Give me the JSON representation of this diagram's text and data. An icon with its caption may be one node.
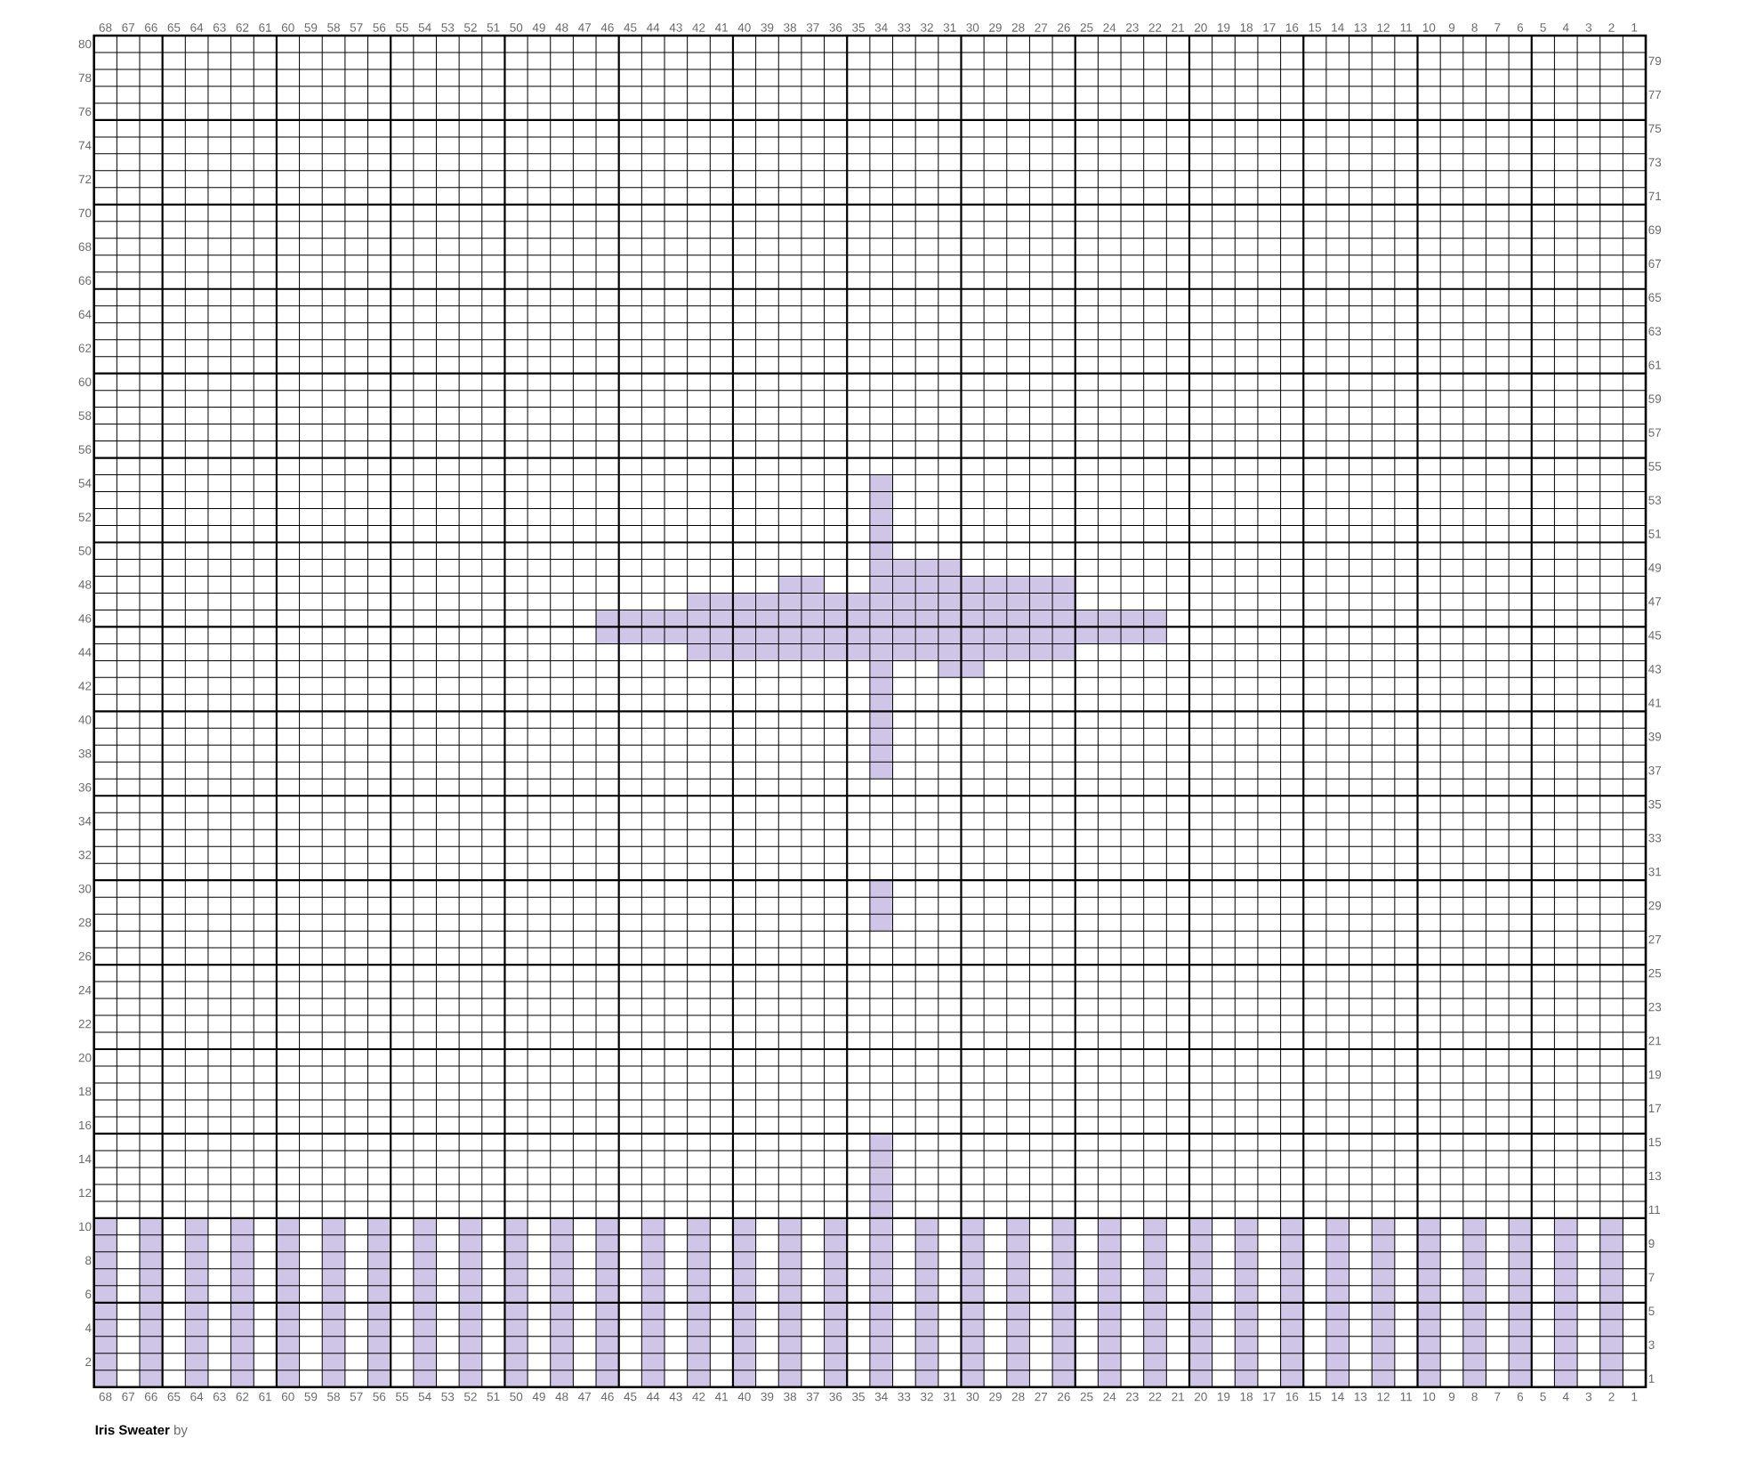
{
  "diagram": {
    "title": "**Iris Sweater** by",
    "labels": [
      "68",
      "67",
      "66",
      "65",
      "64",
      "63",
      "62",
      "61",
      "60",
      "59",
      "58",
      "57",
      "56",
      "55",
      "54",
      "53",
      "52",
      "51",
      "50",
      "49",
      "48",
      "47",
      "46",
      "45",
      "44",
      "43",
      "42",
      "41",
      "40",
      "39",
      "38",
      "37",
      "36",
      "35",
      "34",
      "33",
      "32",
      "31",
      "30",
      "29",
      "28",
      "27",
      "26",
      "25",
      "24",
      "23",
      "22",
      "21",
      "20",
      "19",
      "18",
      "17",
      "16",
      "15",
      "14",
      "13",
      "12",
      "11",
      "10",
      "9",
      "8",
      "7",
      "6",
      "5",
      "4",
      "3",
      "2",
      "1",
      "80",
      "79",
      "78",
      "77",
      "76",
      "75",
      "74",
      "73",
      "72",
      "71",
      "70",
      "69",
      "68",
      "67",
      "66",
      "65",
      "64",
      "63",
      "62",
      "61",
      "60",
      "59",
      "58",
      "57",
      "56",
      "55",
      "54",
      "53",
      "52",
      "51",
      "50",
      "49",
      "48",
      "47",
      "46",
      "45",
      "44",
      "43",
      "42",
      "41",
      "40",
      "39",
      "38",
      "37",
      "36",
      "35",
      "34",
      "33",
      "32",
      "31",
      "30",
      "29",
      "28",
      "27",
      "26",
      "25",
      "24",
      "23",
      "22",
      "21",
      "20",
      "19",
      "18",
      "17",
      "16",
      "15",
      "14",
      "13",
      "12",
      "11",
      "10",
      "9",
      "8",
      "7",
      "6",
      "5",
      "4",
      "3",
      "2",
      "1",
      "68",
      "67",
      "66",
      "65",
      "64",
      "63",
      "62",
      "61",
      "60",
      "59",
      "58",
      "57",
      "56",
      "55",
      "54",
      "53",
      "52",
      "51",
      "50",
      "49",
      "48",
      "47",
      "46",
      "45",
      "44",
      "43",
      "42",
      "41",
      "40",
      "39",
      "38",
      "37",
      "36",
      "35",
      "34",
      "33",
      "32",
      "31",
      "30",
      "29",
      "28",
      "27",
      "26",
      "25",
      "24",
      "23",
      "22",
      "21",
      "20",
      "19",
      "18",
      "17",
      "16",
      "15",
      "14",
      "13",
      "12",
      "11",
      "10",
      "9",
      "8",
      "7",
      "6",
      "5",
      "4",
      "3",
      "2",
      "1"
    ]
  }
}
